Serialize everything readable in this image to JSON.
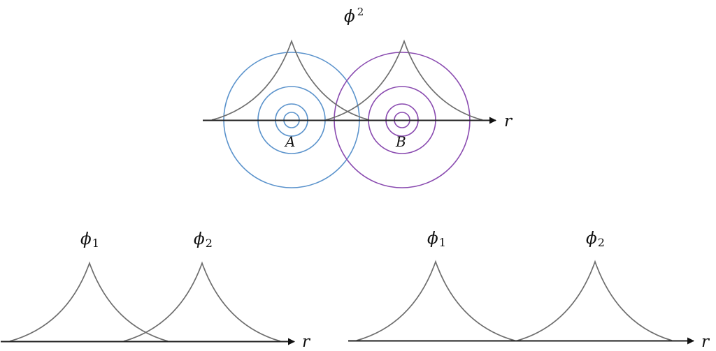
{
  "colors": {
    "axis": "#222222",
    "curve": "#6e6e6e",
    "atom_a": "#5b93cc",
    "atom_b": "#8a4bb0",
    "text": "#111111"
  },
  "top_panel": {
    "title": {
      "base": "ϕ",
      "sup": "2"
    },
    "axis_label": "r",
    "atom_a_label": "A",
    "atom_b_label": "B",
    "atom_a_center": [
      417,
      172
    ],
    "atom_b_center": [
      575,
      172
    ],
    "ring_radii": [
      11,
      23,
      48,
      97
    ]
  },
  "bottom_left_panel": {
    "phi1": {
      "base": "ϕ",
      "sub": "1"
    },
    "phi2": {
      "base": "ϕ",
      "sub": "2"
    },
    "axis_label": "r",
    "description": "overlapping orbitals"
  },
  "bottom_right_panel": {
    "phi1": {
      "base": "ϕ",
      "sub": "1"
    },
    "phi2": {
      "base": "ϕ",
      "sub": "2"
    },
    "axis_label": "r",
    "description": "separated orbitals"
  },
  "chart_data": [
    {
      "type": "line",
      "title": "ϕ²",
      "xlabel": "r",
      "series": [
        {
          "name": "ϕ (atom A)",
          "peak_x": 417,
          "range": [
            303,
            528
          ]
        },
        {
          "name": "ϕ (atom B)",
          "peak_x": 578,
          "range": [
            466,
            690
          ]
        }
      ],
      "annotations": [
        "A",
        "B",
        "concentric probability rings around A (blue) and B (purple)"
      ]
    },
    {
      "type": "line",
      "title": "",
      "xlabel": "r",
      "series": [
        {
          "name": "ϕ1",
          "peak_x": 128,
          "range": [
            14,
            240
          ]
        },
        {
          "name": "ϕ2",
          "peak_x": 289,
          "range": [
            177,
            401
          ]
        }
      ]
    },
    {
      "type": "line",
      "title": "",
      "xlabel": "r",
      "series": [
        {
          "name": "ϕ1",
          "peak_x": 623,
          "range": [
            510,
            736
          ]
        },
        {
          "name": "ϕ2",
          "peak_x": 851,
          "range": [
            740,
            961
          ]
        }
      ]
    }
  ]
}
